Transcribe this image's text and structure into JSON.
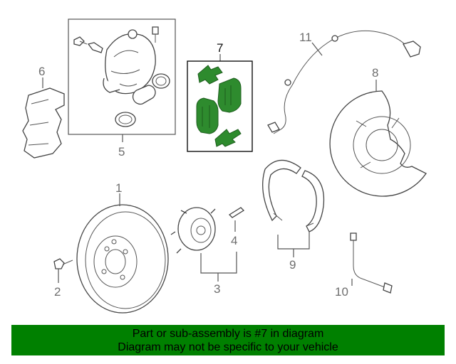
{
  "callouts": {
    "c1": "1",
    "c2": "2",
    "c3": "3",
    "c4": "4",
    "c5": "5",
    "c6": "6",
    "c7": "7",
    "c8": "8",
    "c9": "9",
    "c10": "10",
    "c11": "11"
  },
  "banner": {
    "line1": "Part or sub-assembly is #7 in diagram",
    "line2": "Diagram may not be specific to your vehicle"
  },
  "colors": {
    "highlight": "#2e8b2e",
    "banner_bg": "#008000"
  }
}
